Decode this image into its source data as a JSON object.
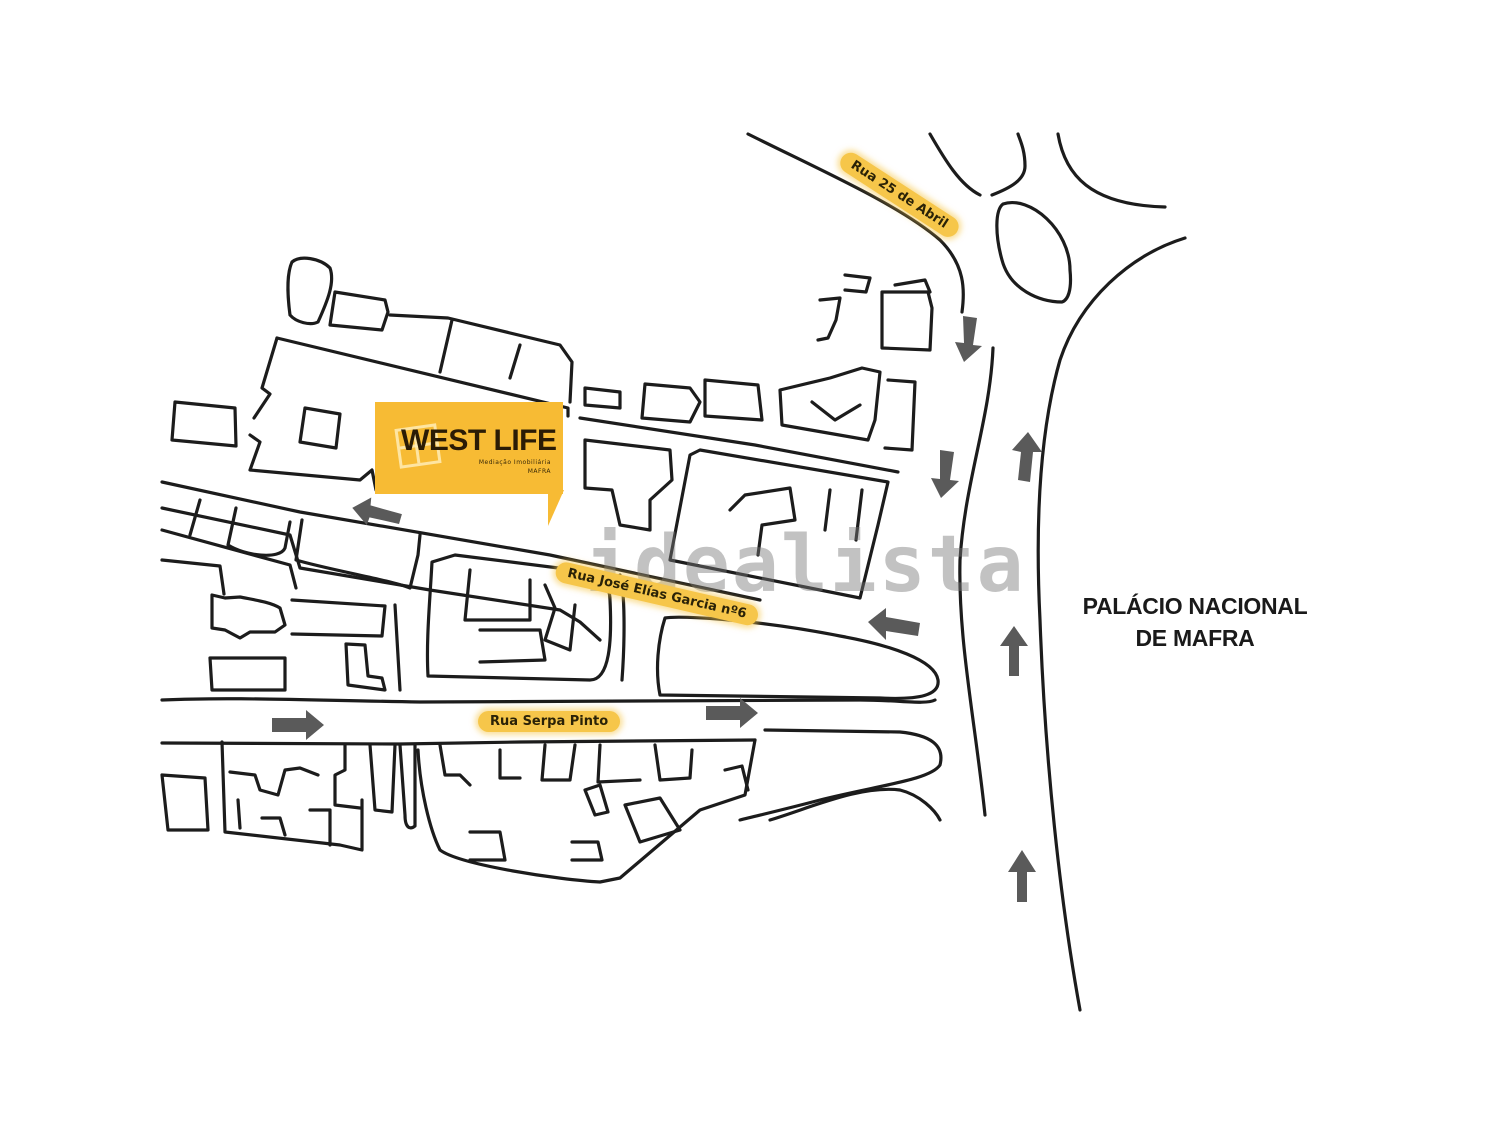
{
  "map": {
    "type": "location-sketch-map",
    "background": "#ffffff",
    "line_color": "#1c1c1c",
    "arrow_color": "#5a5a5a",
    "label_color": "#f6c64a"
  },
  "brand": {
    "name": "WEST LIFE",
    "subtitle": "Mediação Imobiliária",
    "city": "MAFRA",
    "color": "#f7bb34",
    "icon": "house-window-icon"
  },
  "streets": [
    {
      "id": "rua-25-de-abril",
      "label": "Rua 25 de Abril"
    },
    {
      "id": "rua-jose-elias-garcia",
      "label": "Rua José Elías Garcia nº6"
    },
    {
      "id": "rua-serpa-pinto",
      "label": "Rua Serpa Pinto"
    }
  ],
  "landmark": {
    "line1": "PALÁCIO NACIONAL",
    "line2": "DE MAFRA"
  },
  "traffic_arrows": [
    {
      "direction": "left",
      "location": "upper-street-left"
    },
    {
      "direction": "right",
      "location": "serpa-pinto-west"
    },
    {
      "direction": "right",
      "location": "serpa-pinto-east"
    },
    {
      "direction": "left",
      "location": "jose-elias-garcia-east"
    },
    {
      "direction": "down",
      "location": "avenue-west-lane-top"
    },
    {
      "direction": "down",
      "location": "avenue-west-lane-middle"
    },
    {
      "direction": "up",
      "location": "avenue-east-lane-top"
    },
    {
      "direction": "up",
      "location": "avenue-east-lane-middle"
    },
    {
      "direction": "up",
      "location": "avenue-east-lane-bottom"
    }
  ],
  "watermark": {
    "text": "idealista"
  }
}
